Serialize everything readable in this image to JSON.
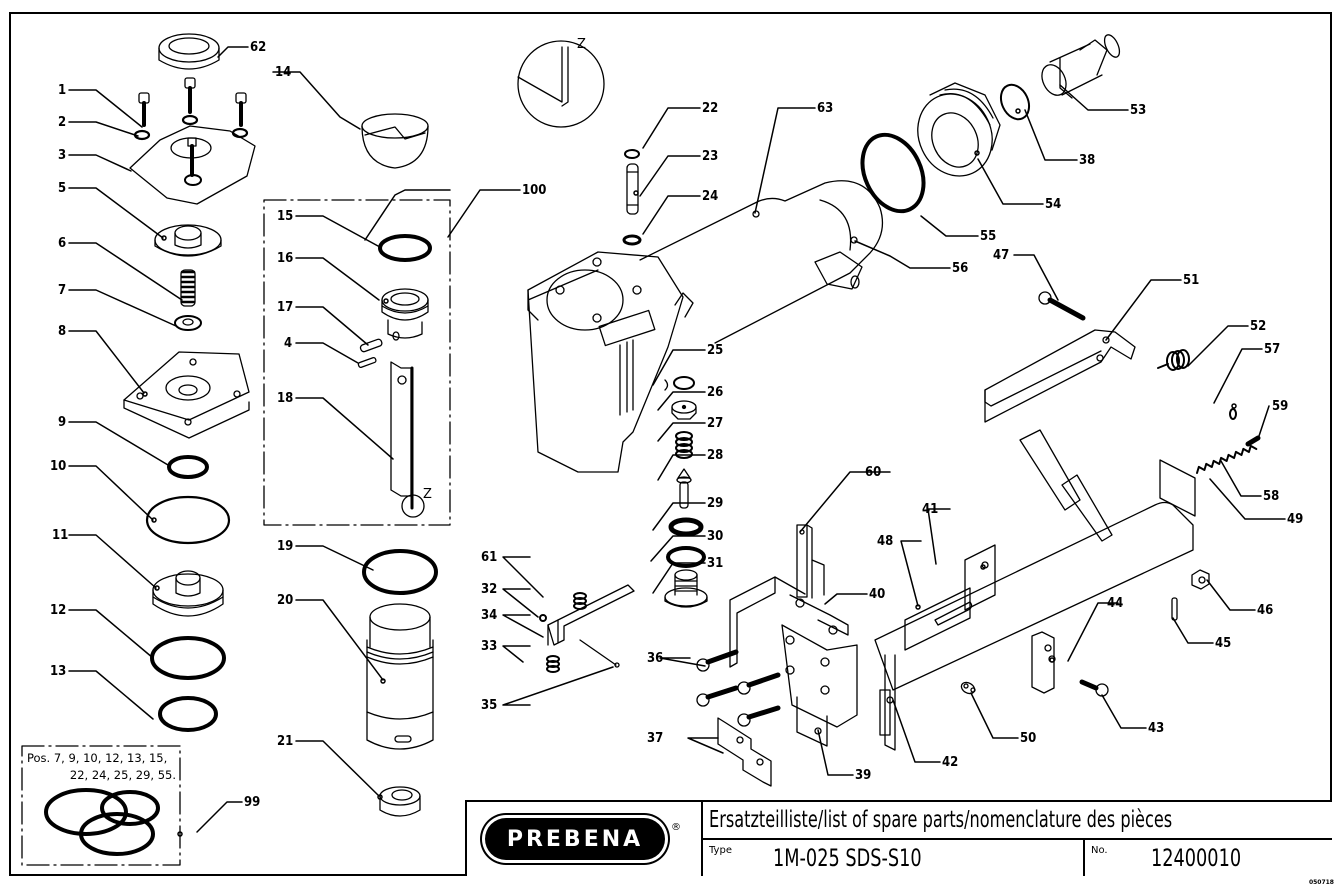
{
  "document": {
    "brand": "PREBENA",
    "registered_mark": "®",
    "title": "Ersatzteilliste/list of spare parts/nomenclature des pièces",
    "type_label": "Type",
    "type_value": "1M-025 SDS-S10",
    "number_label": "No.",
    "number_value": "12400010",
    "doc_code": "050718"
  },
  "detail_view": {
    "marker": "Z"
  },
  "kit_99": {
    "label": "99",
    "contents_line1": "Pos. 7, 9, 10, 12, 13, 15,",
    "contents_line2": "22, 24, 25, 29, 55."
  },
  "kit_100": {
    "label": "100",
    "detail_marker": "Z"
  },
  "part_labels": {
    "p1": "1",
    "p2": "2",
    "p3": "3",
    "p4": "4",
    "p5": "5",
    "p6": "6",
    "p7": "7",
    "p8": "8",
    "p9": "9",
    "p10": "10",
    "p11": "11",
    "p12": "12",
    "p13": "13",
    "p14": "14",
    "p15": "15",
    "p16": "16",
    "p17": "17",
    "p18": "18",
    "p19": "19",
    "p20": "20",
    "p21": "21",
    "p22": "22",
    "p23": "23",
    "p24": "24",
    "p25": "25",
    "p26": "26",
    "p27": "27",
    "p28": "28",
    "p29": "29",
    "p30": "30",
    "p31": "31",
    "p32": "32",
    "p33": "33",
    "p34": "34",
    "p35": "35",
    "p36": "36",
    "p37": "37",
    "p38": "38",
    "p39": "39",
    "p40": "40",
    "p41": "41",
    "p42": "42",
    "p43": "43",
    "p44": "44",
    "p45": "45",
    "p46": "46",
    "p47": "47",
    "p48": "48",
    "p49": "49",
    "p50": "50",
    "p51": "51",
    "p52": "52",
    "p53": "53",
    "p54": "54",
    "p55": "55",
    "p56": "56",
    "p57": "57",
    "p58": "58",
    "p59": "59",
    "p60": "60",
    "p61": "61",
    "p62": "62",
    "p63": "63"
  }
}
